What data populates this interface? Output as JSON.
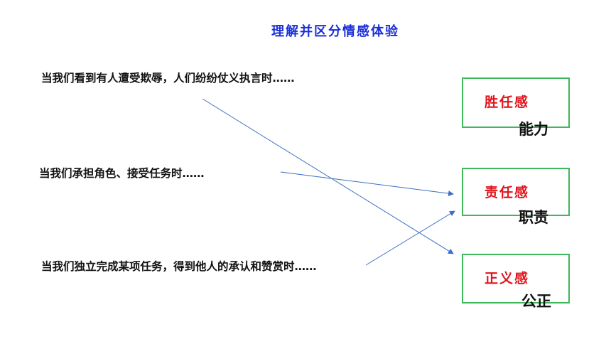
{
  "title": "理解并区分情感体验",
  "situations": [
    {
      "text": "当我们看到有人遭受欺辱，人们纷纷仗义执言时……"
    },
    {
      "text": "当我们承担角色、接受任务时……"
    },
    {
      "text": "当我们独立完成某项任务，得到他人的承认和赞赏时……"
    }
  ],
  "feelings": [
    {
      "label": "胜任感",
      "word": "能力"
    },
    {
      "label": "责任感",
      "word": "职责"
    },
    {
      "label": "正义感",
      "word": "公正"
    }
  ],
  "colors": {
    "title": "#1a2fd6",
    "feeling_label": "#e0141c",
    "box_border": "#3fb75b",
    "arrow": "#3a6fc4"
  }
}
